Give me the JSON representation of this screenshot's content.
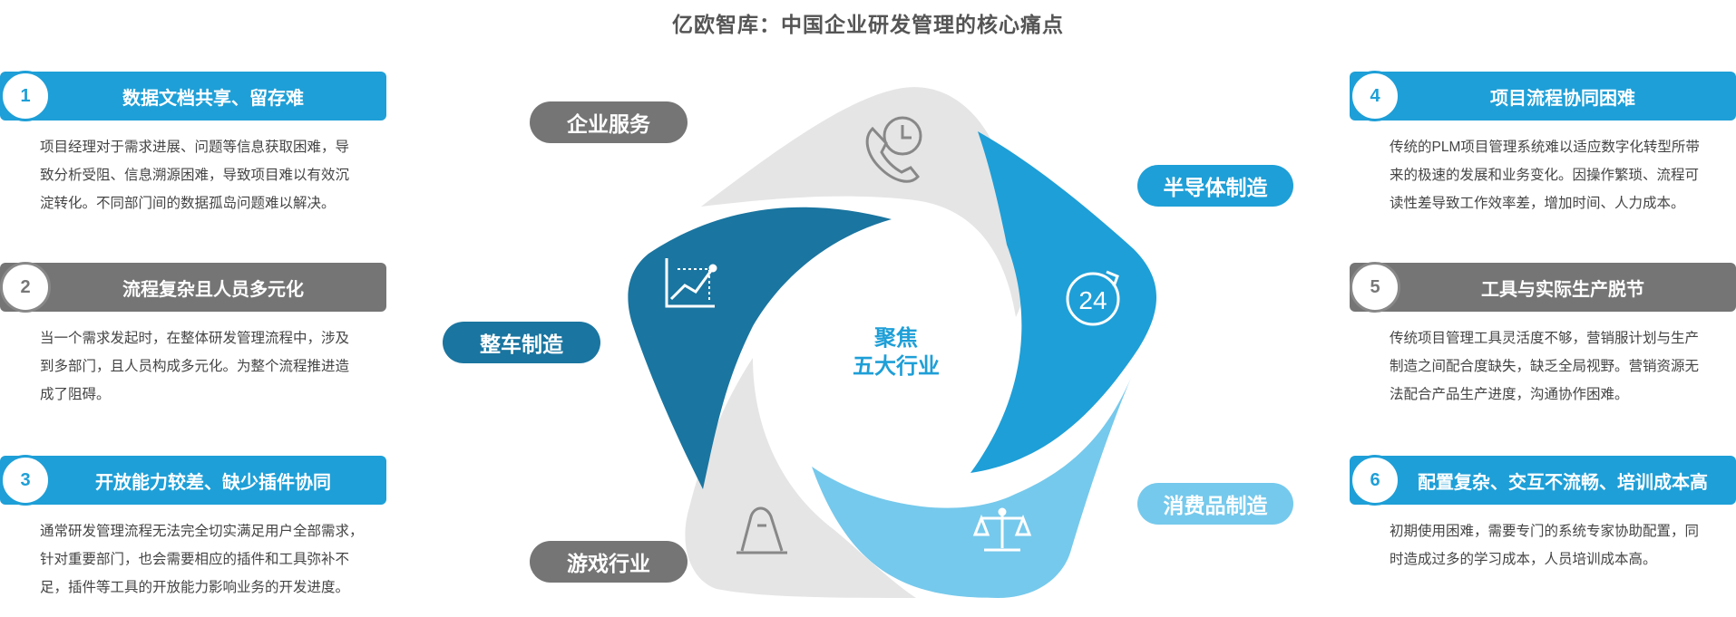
{
  "title": "亿欧智库：中国企业研发管理的核心痛点",
  "center": {
    "line1": "聚焦",
    "line2": "五大行业"
  },
  "industries": {
    "enterprise_service": "企业服务",
    "semiconductor": "半导体制造",
    "automotive": "整车制造",
    "consumer_goods": "消费品制造",
    "gaming": "游戏行业"
  },
  "pain_points": [
    {
      "num": "1",
      "title": "数据文档共享、留存难",
      "lines": [
        "项目经理对于需求进展、问题等信息获取困难，导",
        "致分析受阻、信息溯源困难，导致项目难以有效沉",
        "淀转化。不同部门间的数据孤岛问题难以解决。"
      ]
    },
    {
      "num": "2",
      "title": "流程复杂且人员多元化",
      "lines": [
        "当一个需求发起时，在整体研发管理流程中，涉及",
        "到多部门，且人员构成多元化。为整个流程推进造",
        "成了阻碍。"
      ]
    },
    {
      "num": "3",
      "title": "开放能力较差、缺少插件协同",
      "lines": [
        "通常研发管理流程无法完全切实满足用户全部需求，",
        "针对重要部门，也会需要相应的插件和工具弥补不",
        "足，插件等工具的开放能力影响业务的开发进度。"
      ]
    },
    {
      "num": "4",
      "title": "项目流程协同困难",
      "lines": [
        "传统的PLM项目管理系统难以适应数字化转型所带",
        "来的极速的发展和业务变化。因操作繁琐、流程可",
        "读性差导致工作效率差，增加时间、人力成本。"
      ]
    },
    {
      "num": "5",
      "title": "工具与实际生产脱节",
      "lines": [
        "传统项目管理工具灵活度不够，营销服计划与生产",
        "制造之间配合度缺失，缺乏全局视野。营销资源无",
        "法配合产品生产进度，沟通协作困难。"
      ]
    },
    {
      "num": "6",
      "title": "配置复杂、交互不流畅、培训成本高",
      "lines": [
        "初期使用困难，需要专门的系统专家协助配置，同",
        "时造成过多的学习成本，人员培训成本高。"
      ]
    }
  ],
  "colors": {
    "blue": "#1e9fd7",
    "dark_blue": "#1a75a0",
    "light_blue": "#6ec6ea",
    "gray_panel": "#757575",
    "light_gray": "#e6e6e6"
  },
  "icons": {
    "enterprise_service": "phone-clock-icon",
    "semiconductor": "24-hour-icon",
    "automotive": "line-chart-icon",
    "consumer_goods": "scale-icon",
    "gaming": "mountain-bell-icon"
  }
}
